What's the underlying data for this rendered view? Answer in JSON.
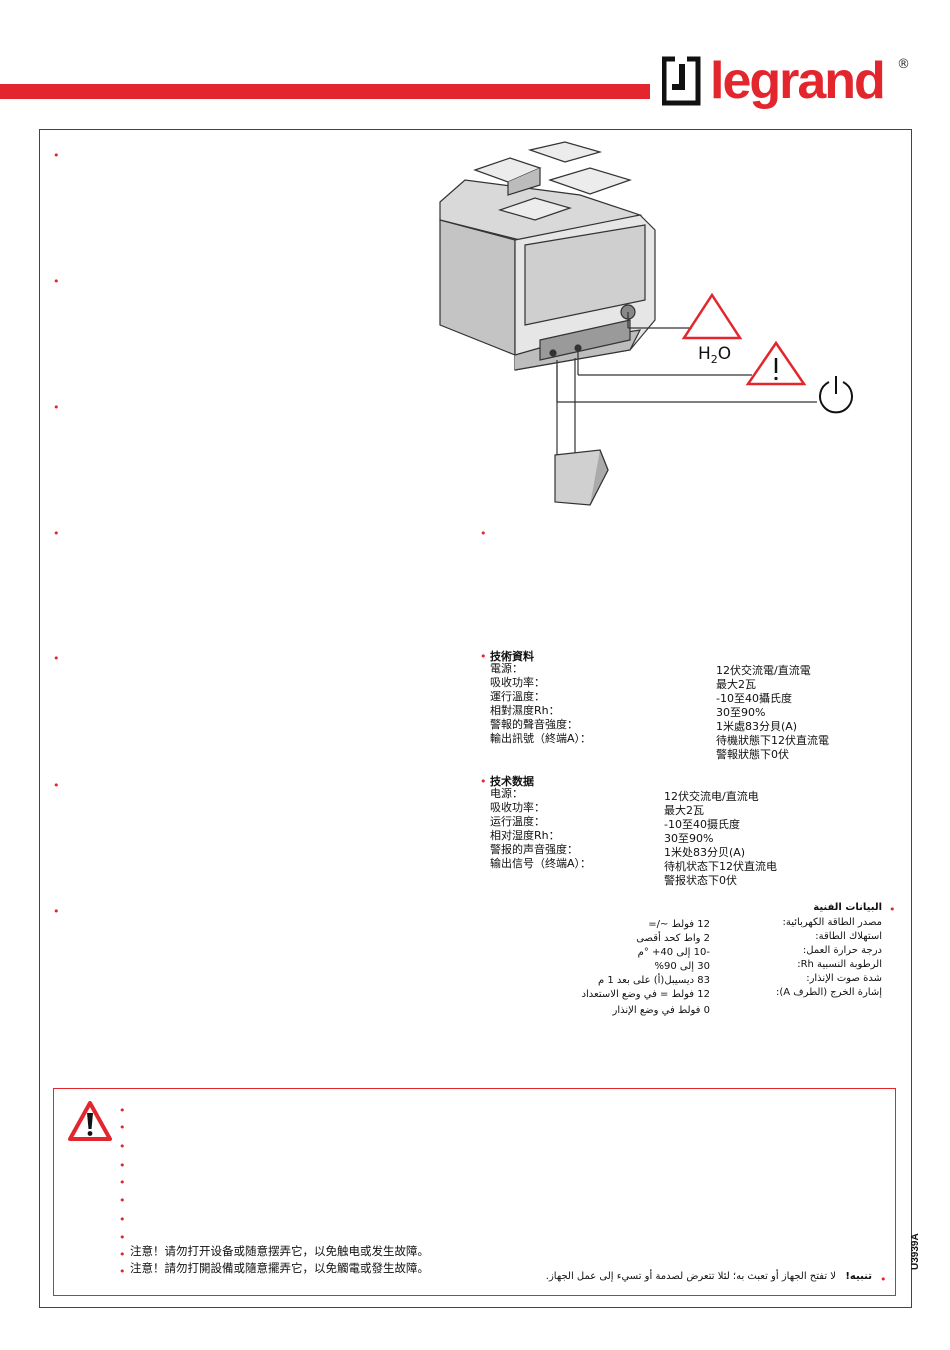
{
  "header": {
    "brand": "legrand",
    "registered": "®"
  },
  "doc_number": "U3939A",
  "bullet": "•",
  "specs_tw": {
    "title": "技術資料",
    "labels": [
      "電源：",
      "吸收功率：",
      "運行溫度：",
      "相對濕度Rh：",
      "警報的聲音強度：",
      "輸出訊號（終端A）："
    ],
    "values": [
      "12伏交流電/直流電",
      "最大2瓦",
      "-10至40攝氏度",
      "30至90%",
      "1米處83分貝(A)",
      "待機狀態下12伏直流電",
      "警報狀態下0伏"
    ]
  },
  "specs_cn": {
    "title": "技术数据",
    "labels": [
      "电源：",
      "吸收功率：",
      "运行温度：",
      "相对湿度Rh：",
      "警报的声音强度：",
      "输出信号（终端A）："
    ],
    "values": [
      "12伏交流电/直流电",
      "最大2瓦",
      "-10至40摄氏度",
      "30至90%",
      "1米处83分贝(A)",
      "待机状态下12伏直流电",
      "警报状态下0伏"
    ]
  },
  "specs_ar": {
    "title": "البيانات الفنية",
    "labels": [
      "مصدر الطاقة الكهربائية:",
      "استهلاك الطاقة:",
      "درجة حرارة العمل:",
      "الرطوبة النسبية Rh:",
      "شدة صوت الإنذار:",
      "إشارة الخرج (الطرف A):"
    ],
    "values": [
      "12 فولط ~/=",
      "2 واط كحد أقصى",
      "-10 إلى 40+ °م",
      "30 إلى 90%",
      "83 ديسيبل(أ) على بعد 1 م",
      "12 فولط = في وضع الاستعداد",
      "0 فولط في وضع الإنذار"
    ]
  },
  "diagram": {
    "h2o_label": "H2O"
  },
  "warnings": {
    "cn": "注意！请勿打开设备或随意摆弄它，以免触电或发生故障。",
    "tw": "注意！請勿打開設備或隨意擺弄它，以免觸電或發生故障。",
    "ar_bold": "تنبيه!",
    "ar_text": "لا تفتح الجهاز أو تعبث به؛ لئلا تتعرض لصدمة أو تسيء إلى عمل الجهاز."
  },
  "colors": {
    "brand_red": "#e3262d"
  }
}
